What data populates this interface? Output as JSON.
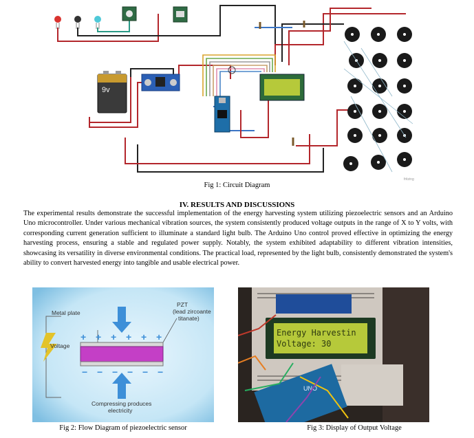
{
  "figure1": {
    "battery_label": "9v",
    "watermark": "fritzing",
    "caption": "Fig 1: Circuit Diagram"
  },
  "section": {
    "heading": "IV. RESULTS AND DISCUSSIONS",
    "paragraph": "The experimental results demonstrate the successful implementation of the energy harvesting system utilizing piezoelectric sensors and an Arduino Uno microcontroller. Under various mechanical vibration sources, the system consistently produced voltage outputs in the range of X to Y volts, with corresponding current generation sufficient to illuminate a standard light bulb. The Arduino Uno control proved effective in optimizing the energy harvesting process, ensuring a stable and regulated power supply. Notably, the system exhibited adaptability to different vibration intensities, showcasing its versatility in diverse environmental conditions. The practical load, represented by the light bulb, consistently demonstrated the system's ability to convert harvested energy into tangible and usable electrical power."
  },
  "figure2": {
    "label_metal_plate": "Metal plate",
    "label_pzt": "PZT",
    "label_pzt_detail_1": "(lead zircoante",
    "label_pzt_detail_2": "titanate)",
    "label_voltage": "Voltage",
    "label_compress_1": "Compressing produces",
    "label_compress_2": "electricity",
    "caption": "Fig 2: Flow Diagram of piezoelectric sensor"
  },
  "figure3": {
    "lcd_line1": "Energy Harvestin",
    "lcd_line2": "Voltage: 30",
    "board_label": "UNO",
    "caption": "Fig 3: Display of Output Voltage"
  },
  "colors": {
    "wire_red": "#b3262b",
    "wire_black": "#222222",
    "lcd_green": "#b6c93a",
    "plate_magenta": "#c43fc6",
    "arrow_blue": "#3d8fd8"
  }
}
